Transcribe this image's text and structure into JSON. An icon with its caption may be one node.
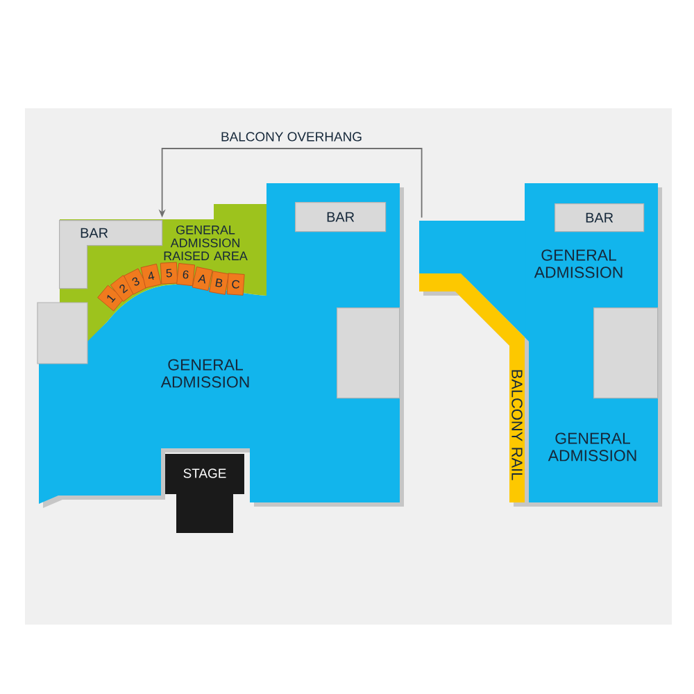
{
  "diagram": {
    "nodes": [
      {
        "text": [
          "BALCONY OVERHANG"
        ]
      },
      {
        "text": [
          "GENERAL ADMISSION"
        ]
      },
      {
        "text": [
          "BAR"
        ],
        "in": 1
      },
      {
        "text": [],
        "shape": "box",
        "in": 1
      },
      {
        "text": [
          "GENERAL ADMISSION RAISED AREA"
        ]
      },
      {
        "text": [
          "1"
        ],
        "in": 4
      },
      {
        "text": [
          "2"
        ],
        "in": 4
      },
      {
        "text": [
          "3"
        ],
        "in": 4
      },
      {
        "text": [
          "4"
        ],
        "in": 4
      },
      {
        "text": [
          "5"
        ],
        "in": 4
      },
      {
        "text": [
          "6"
        ],
        "in": 4
      },
      {
        "text": [
          "A"
        ],
        "in": 4
      },
      {
        "text": [
          "B"
        ],
        "in": 4
      },
      {
        "text": [
          "C"
        ],
        "in": 4
      },
      {
        "text": [
          "BAR"
        ],
        "in": 4
      },
      {
        "text": [],
        "shape": "box"
      },
      {
        "text": [
          "STAGE"
        ]
      },
      {
        "text": [
          "GENERAL ADMISSION",
          "GENERAL ADMISSION"
        ]
      },
      {
        "text": [
          "BAR"
        ],
        "in": 17
      },
      {
        "text": [],
        "shape": "box",
        "in": 17
      },
      {
        "text": [
          "BALCONY RAIL"
        ]
      }
    ],
    "edges": [
      {
        "from": 0,
        "to": 4,
        "arrow": "to"
      },
      {
        "from": 0,
        "to": 17,
        "arrow": "none"
      }
    ]
  }
}
